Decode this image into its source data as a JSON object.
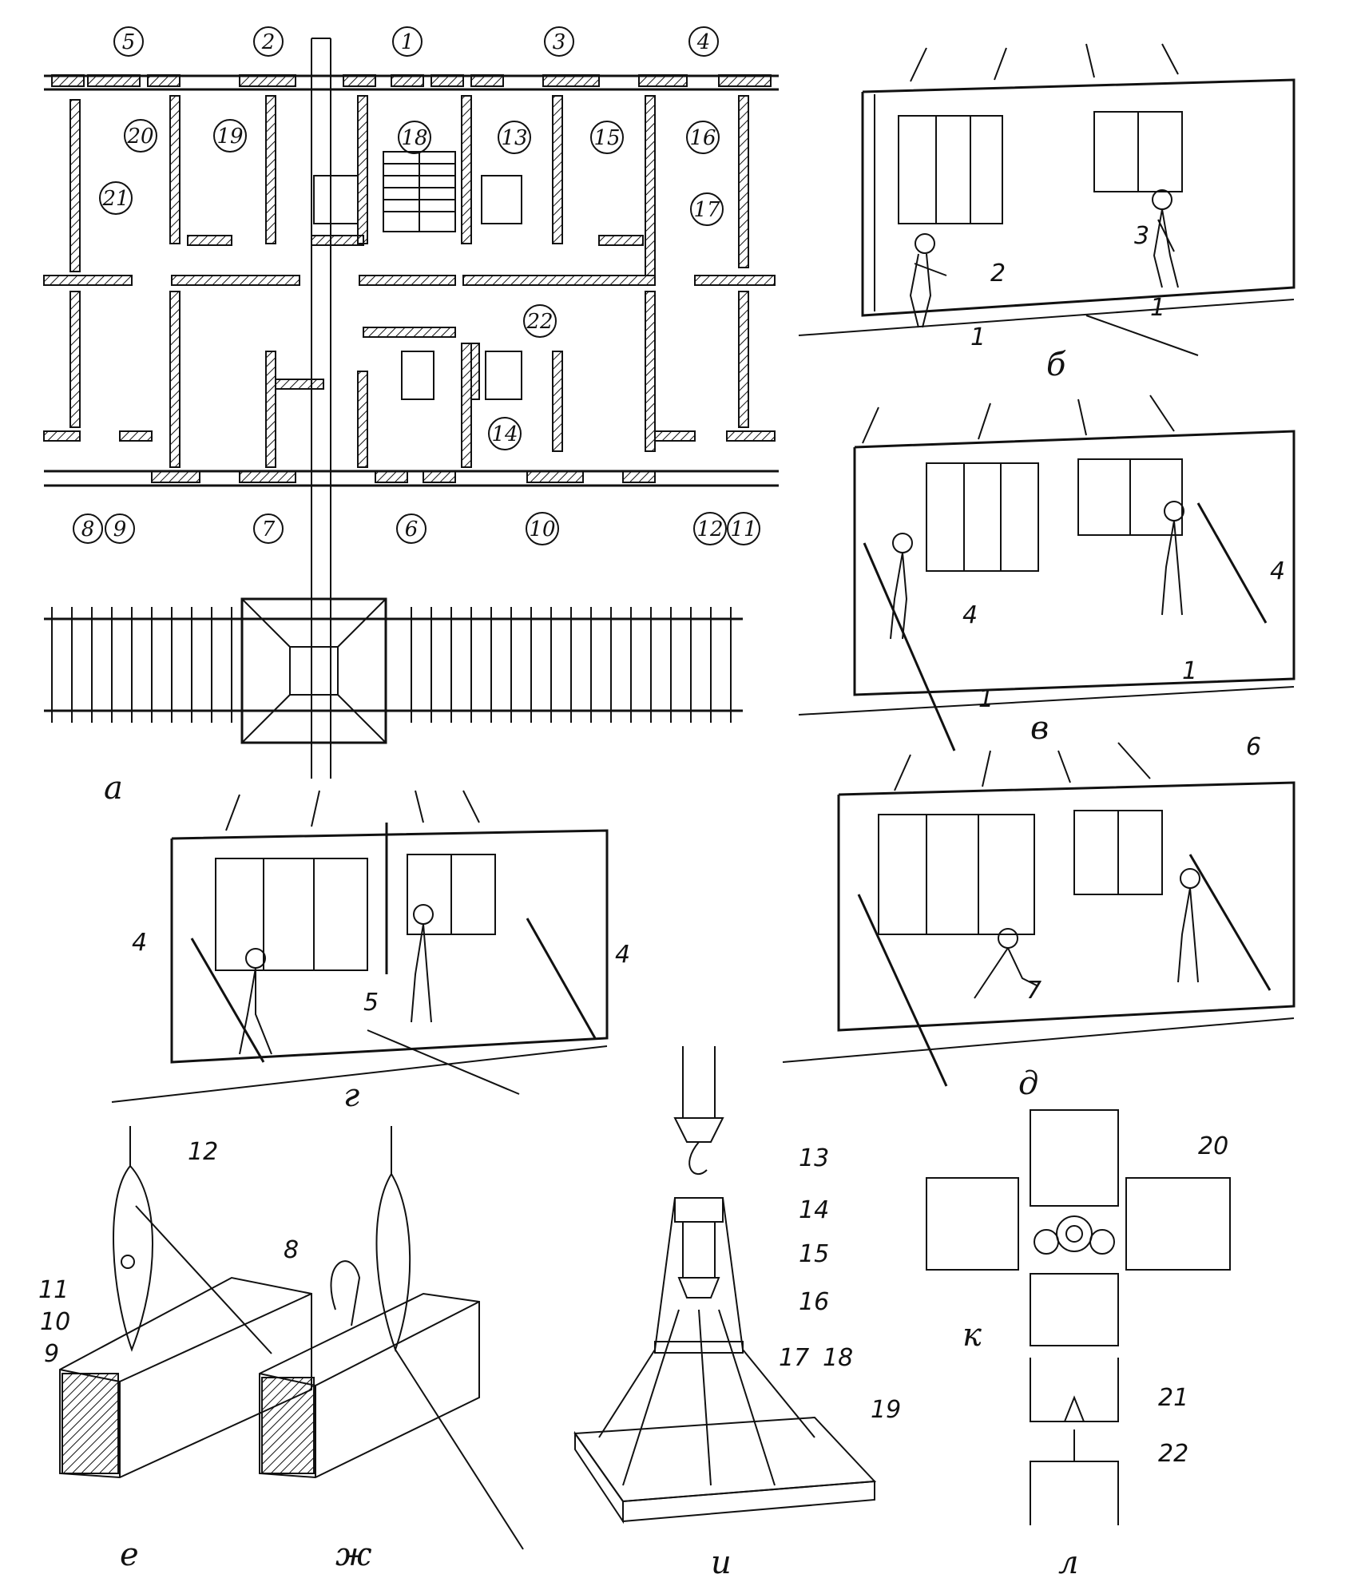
{
  "panels": {
    "a": "а",
    "b": "б",
    "v": "в",
    "g": "г",
    "d": "д",
    "e": "е",
    "zh": "ж",
    "i": "и",
    "k": "к",
    "l": "л"
  },
  "plan_callouts": [
    "1",
    "2",
    "3",
    "4",
    "5",
    "6",
    "7",
    "8",
    "9",
    "10",
    "11",
    "12",
    "13",
    "14",
    "15",
    "16",
    "17",
    "18",
    "19",
    "20",
    "21",
    "22"
  ],
  "labels": {
    "b": [
      "1",
      "1",
      "2",
      "3"
    ],
    "v": [
      "1",
      "1",
      "4",
      "4"
    ],
    "g": [
      "4",
      "4",
      "5"
    ],
    "d": [
      "6",
      "7"
    ],
    "e": [
      "8",
      "9",
      "10",
      "11",
      "12"
    ],
    "i": [
      "13",
      "14",
      "15",
      "16",
      "17",
      "18",
      "19"
    ],
    "k": [
      "20"
    ],
    "l": [
      "21",
      "22"
    ]
  }
}
